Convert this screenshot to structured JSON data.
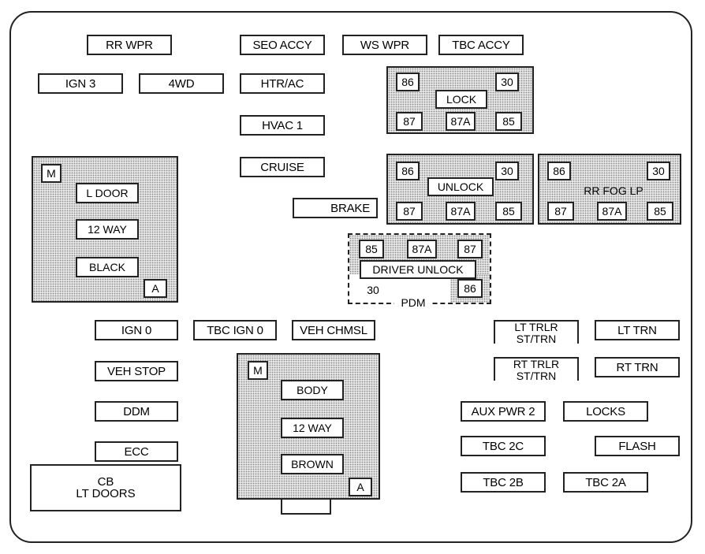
{
  "fuses": {
    "rr_wpr": "RR WPR",
    "seo_accy": "SEO ACCY",
    "ws_wpr": "WS WPR",
    "tbc_accy": "TBC ACCY",
    "ign3": "IGN 3",
    "fwd": "4WD",
    "htr_ac": "HTR/AC",
    "hvac1": "HVAC 1",
    "cruise": "CRUISE",
    "brake": "BRAKE",
    "ign0": "IGN 0",
    "tbc_ign0": "TBC IGN 0",
    "veh_chmsl": "VEH CHMSL",
    "veh_stop": "VEH STOP",
    "ddm": "DDM",
    "ecc": "ECC",
    "lt_trn": "LT TRN",
    "rt_trn": "RT TRN",
    "aux_pwr2": "AUX PWR 2",
    "locks": "LOCKS",
    "tbc_2c": "TBC 2C",
    "flash": "FLASH",
    "tbc_2b": "TBC 2B",
    "tbc_2a": "TBC 2A",
    "lt_trlr": {
      "line1": "LT TRLR",
      "line2": "ST/TRN"
    },
    "rt_trlr": {
      "line1": "RT TRLR",
      "line2": "ST/TRN"
    }
  },
  "cb_lt_doors": {
    "line1": "CB",
    "line2": "LT DOORS"
  },
  "relays": {
    "lock": {
      "label": "LOCK",
      "p86": "86",
      "p30": "30",
      "p87": "87",
      "p87a": "87A",
      "p85": "85"
    },
    "unlock": {
      "label": "UNLOCK",
      "p86": "86",
      "p30": "30",
      "p87": "87",
      "p87a": "87A",
      "p85": "85"
    },
    "rr_fog": {
      "label": "RR FOG LP",
      "p86": "86",
      "p30": "30",
      "p87": "87",
      "p87a": "87A",
      "p85": "85"
    },
    "driver_unlock": {
      "label": "DRIVER UNLOCK",
      "p85": "85",
      "p87a": "87A",
      "p87": "87",
      "p86": "86",
      "p30": "30",
      "pdm": "PDM"
    }
  },
  "modules": {
    "left": {
      "m": "M",
      "a": "A",
      "l1": "L DOOR",
      "l2": "12 WAY",
      "l3": "BLACK"
    },
    "center": {
      "m": "M",
      "a": "A",
      "l1": "BODY",
      "l2": "12 WAY",
      "l3": "BROWN"
    }
  }
}
